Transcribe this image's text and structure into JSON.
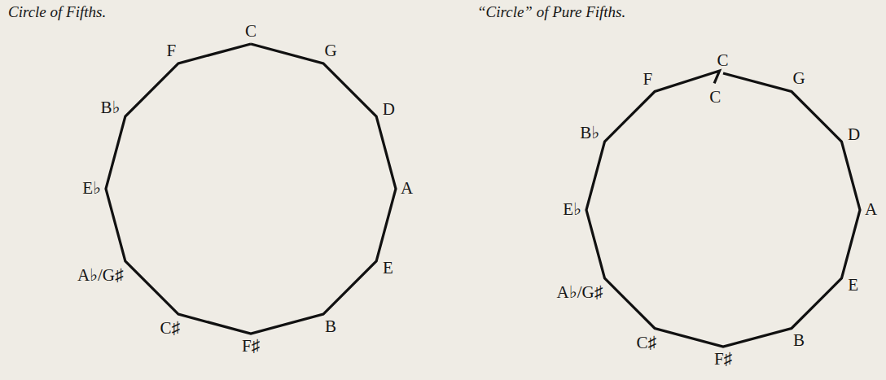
{
  "diagram": {
    "labels": [
      "Circle of Fifths.",
      "C",
      "G",
      "D",
      "A",
      "E",
      "B",
      "F♯",
      "C♯",
      "A♭/G♯",
      "E♭",
      "B♭",
      "F",
      "“Circle” of Pure Fifths.",
      "C",
      "C",
      "G",
      "D",
      "A",
      "E",
      "B",
      "F♯",
      "C♯",
      "A♭/G♯",
      "E♭",
      "B♭",
      "F"
    ]
  }
}
